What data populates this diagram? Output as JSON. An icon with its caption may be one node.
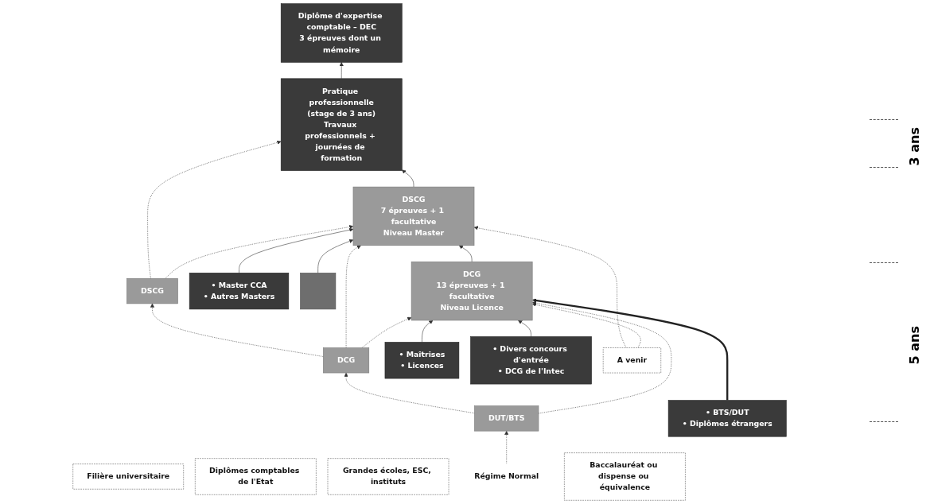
{
  "diagram": {
    "nodes": [
      {
        "text": [
          "Diplôme d'expertise comptable – DEC",
          "3 épreuves dont un mémoire"
        ]
      },
      {
        "text": [
          "Pratique professionnelle",
          "(stage de 3 ans)",
          "Travaux professionnels + journées de formation"
        ]
      },
      {
        "text": [
          "DSCG",
          "7 épreuves + 1 facultative",
          "Niveau Master"
        ]
      },
      {
        "text": [
          "DSCG"
        ]
      },
      {
        "text": [
          "• Master CCA",
          "• Autres Masters"
        ]
      },
      {
        "text": [],
        "shape": "box"
      },
      {
        "text": [
          "DCG"
        ]
      },
      {
        "text": [
          "DCG",
          "13 épreuves + 1 facultative",
          "Niveau Licence"
        ]
      },
      {
        "text": [
          "• Maîtrises",
          "• Licences"
        ]
      },
      {
        "text": [
          "DUT/BTS"
        ]
      },
      {
        "text": [
          "• Divers concours d'entrée",
          "• DCG de l'Intec"
        ]
      },
      {
        "text": [
          "• BTS/DUT",
          "• Diplômes étrangers"
        ]
      },
      {
        "text": [
          "Filière universitaire"
        ]
      },
      {
        "text": [
          "Diplômes comptables de l'Etat"
        ]
      },
      {
        "text": [
          "Grandes écoles, ESC, instituts"
        ]
      },
      {
        "text": [
          "A venir"
        ]
      },
      {
        "text": [
          "Régime Normal"
        ]
      },
      {
        "text": [
          "Baccalauréat ou dispense ou équivalence"
        ]
      }
    ],
    "edges": [
      {
        "from": 1,
        "to": 0,
        "arrow": "to"
      },
      {
        "from": 2,
        "to": 1,
        "arrow": "to"
      },
      {
        "from": 3,
        "to": 1,
        "arrow": "to",
        "style": "dashed"
      },
      {
        "from": 3,
        "to": 2,
        "arrow": "to",
        "style": "dashed"
      },
      {
        "from": 4,
        "to": 2,
        "arrow": "to"
      },
      {
        "from": 5,
        "to": 2,
        "arrow": "to"
      },
      {
        "from": 6,
        "to": 3,
        "arrow": "to",
        "style": "dashed"
      },
      {
        "from": 6,
        "to": 2,
        "arrow": "to",
        "style": "dashed"
      },
      {
        "from": 6,
        "to": 7,
        "arrow": "to",
        "style": "dashed"
      },
      {
        "from": 7,
        "to": 2,
        "arrow": "to"
      },
      {
        "from": 8,
        "to": 7,
        "arrow": "to"
      },
      {
        "from": 9,
        "to": 6,
        "arrow": "to",
        "style": "dashed"
      },
      {
        "from": 9,
        "to": 7,
        "arrow": "to",
        "style": "dashed"
      },
      {
        "from": 16,
        "to": 9,
        "arrow": "to",
        "style": "dashed"
      },
      {
        "from": 10,
        "to": 7,
        "arrow": "to"
      },
      {
        "from": 11,
        "to": 7,
        "arrow": "to",
        "style": "thick"
      },
      {
        "from": 15,
        "to": 2,
        "arrow": "to",
        "style": "dashed"
      },
      {
        "from": 15,
        "to": 7,
        "arrow": "to",
        "style": "dashed"
      }
    ],
    "labels": [
      "3 ans",
      "5 ans"
    ]
  }
}
